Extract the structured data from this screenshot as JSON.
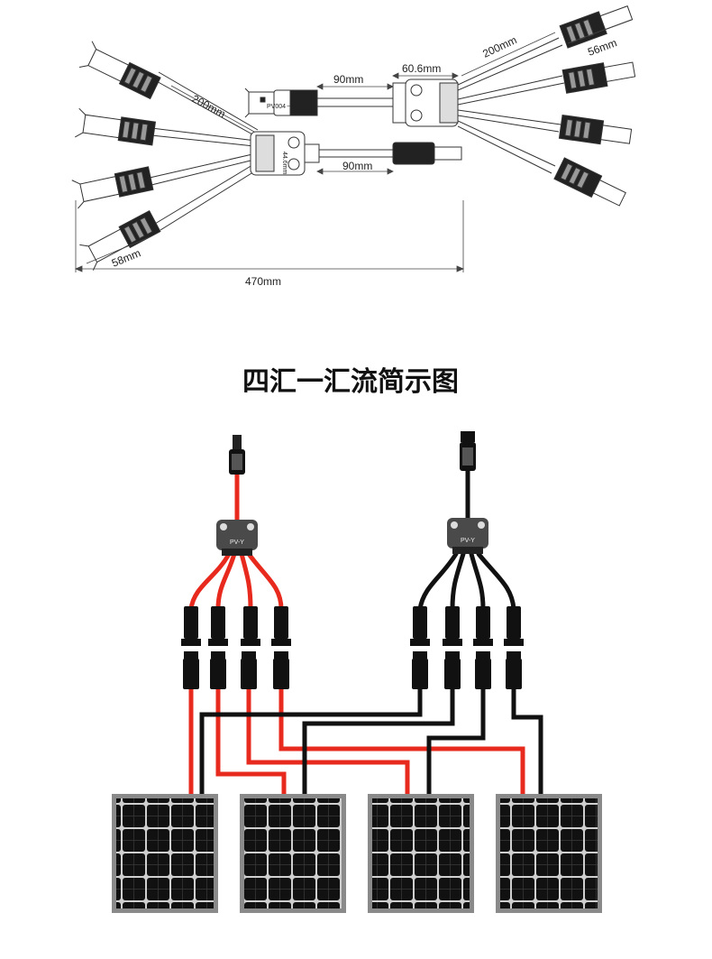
{
  "top_drawing": {
    "dimensions": {
      "top_cable_length": "90mm",
      "bottom_cable_length": "90mm",
      "branch_length_left": "200mm",
      "branch_length_right": "200mm",
      "hub_height": "44.6mm",
      "hub_width": "60.6mm",
      "connector_length_left": "58mm",
      "connector_length_right": "56mm",
      "overall_length": "470mm"
    },
    "connector_marks": {
      "model": "PV004",
      "negative": "−",
      "positive": "+"
    }
  },
  "bottom_diagram": {
    "title": "四汇一汇流简示图",
    "hub_label_red": "PV-Y",
    "hub_label_black": "PV-Y",
    "panel_count": 4,
    "colors": {
      "positive_wire": "#e8291d",
      "negative_wire": "#111111",
      "panel_cell": "#101010",
      "panel_frame": "#8a8a8a"
    }
  }
}
